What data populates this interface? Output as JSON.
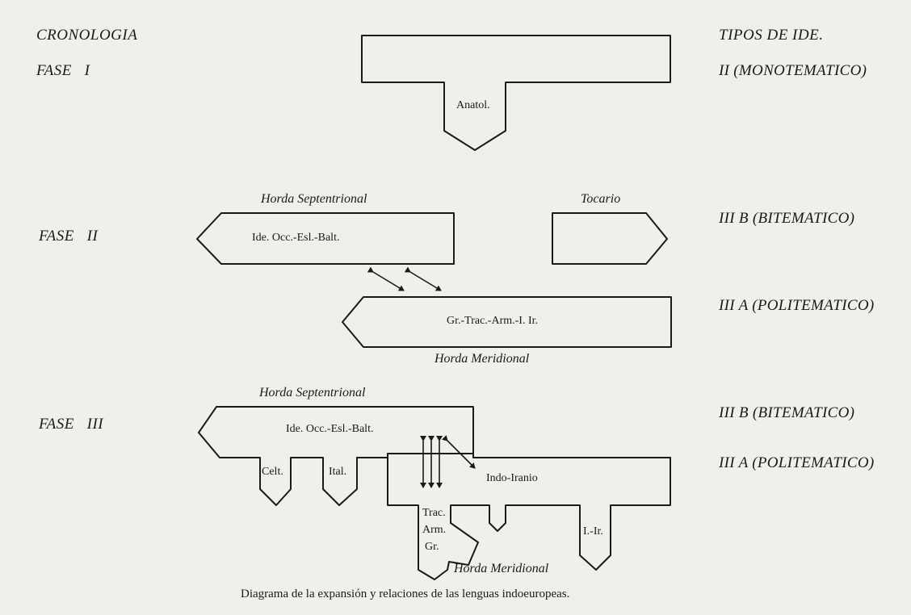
{
  "header": {
    "left": "CRONOLOGIA",
    "right": "TIPOS DE IDE."
  },
  "phases": {
    "fase1": "FASE   I",
    "fase2": "FASE   II",
    "fase3": "FASE   III"
  },
  "types": {
    "t1": "II (MONOTEMATICO)",
    "t2": "III B (BITEMATICO)",
    "t3": "III A (POLITEMATICO)",
    "t4": "III B (BITEMATICO)",
    "t5": "III A (POLITEMATICO)"
  },
  "shapes": {
    "anatol": "Anatol.",
    "f2_north": "Ide. Occ.-Esl.-Balt.",
    "f2_south": "Gr.-Trac.-Arm.-I. Ir.",
    "f3_north": "Ide. Occ.-Esl.-Balt.",
    "celt": "Celt.",
    "ital": "Ital.",
    "indoiranio": "Indo-Iranio",
    "trac1": "Trac.",
    "trac2": "Arm.",
    "trac3": "Gr.",
    "iir": "I.-Ir."
  },
  "hordas": {
    "sept1": "Horda Septentrional",
    "tocario": "Tocario",
    "merid1": "Horda Meridional",
    "sept2": "Horda Septentrional",
    "merid2": "Horda Meridional"
  },
  "caption": "Diagrama de la expansión y relaciones de las lenguas indoeuropeas."
}
